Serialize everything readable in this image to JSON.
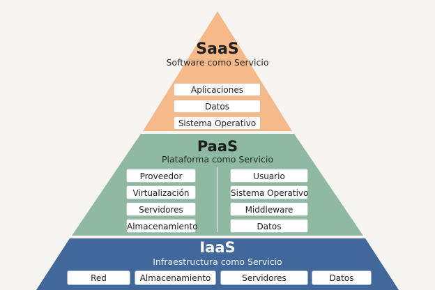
{
  "saas": {
    "title": "SaaS",
    "subtitle": "Software como Servicio",
    "color": "#f6b98a",
    "items": [
      "Aplicaciones",
      "Datos",
      "Sistema Operativo"
    ]
  },
  "paas": {
    "title": "PaaS",
    "subtitle": "Plataforma como   Servicio",
    "color": "#8fb9a2",
    "left_items": [
      "Proveedor",
      "Virtualización",
      "Servidores",
      "Almacenamiento"
    ],
    "right_items": [
      "Usuario",
      "Sistema Operativo",
      "Middleware",
      "Datos"
    ]
  },
  "iaas": {
    "title": "IaaS",
    "subtitle": "Infraestructura como   Servicio",
    "color": "#41679b",
    "items": [
      "Red",
      "Almacenamiento",
      "Servidores",
      "Datos"
    ]
  }
}
